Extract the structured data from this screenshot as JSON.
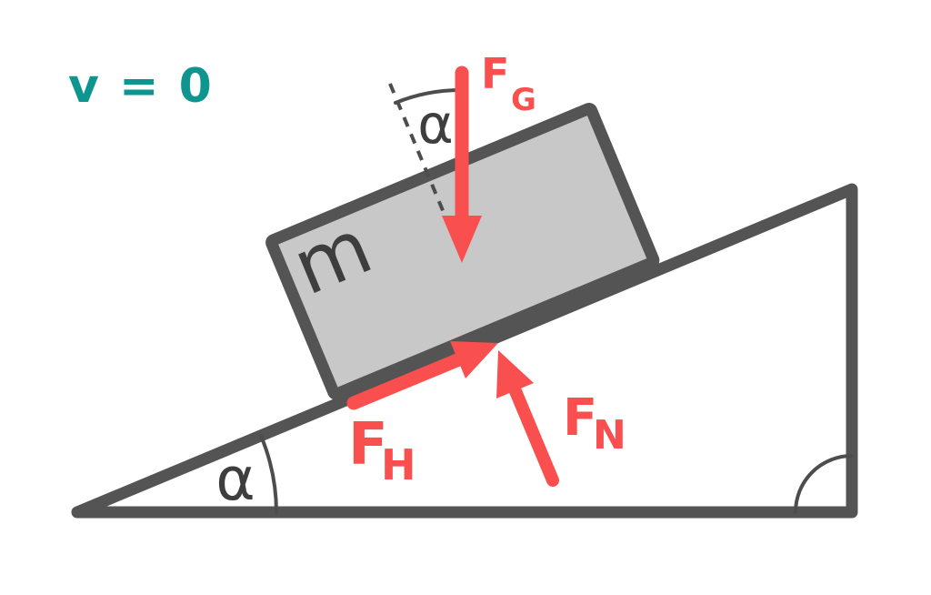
{
  "figure": {
    "title": "block-on-inclined-plane-forces",
    "colors": {
      "accent_teal": "#0E9590",
      "force_red": "#F94F4F",
      "line_gray": "#545454",
      "arc_gray": "#4D4D4D",
      "block_fill": "#C8C8C8",
      "label_gray": "#3E3E3E",
      "bg": "#FFFFFF"
    },
    "labels": {
      "velocity": "v = 0",
      "mass": "m",
      "angle_top": "α",
      "angle_base": "α",
      "force_gravity": {
        "main": "F",
        "sub": "G"
      },
      "force_downhill": {
        "main": "F",
        "sub": "H"
      },
      "force_normal": {
        "main": "F",
        "sub": "N"
      }
    }
  }
}
